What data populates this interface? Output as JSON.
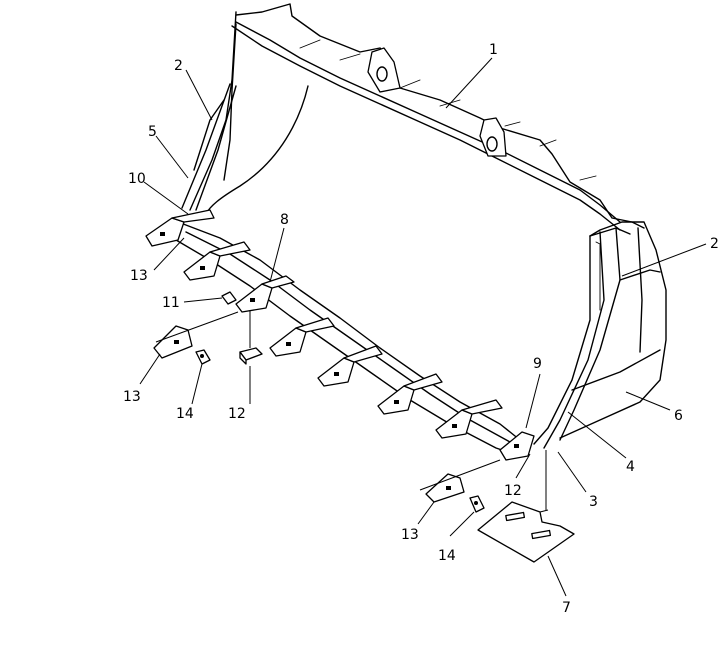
{
  "labels": [
    {
      "id": "p1",
      "text": "1"
    },
    {
      "id": "p2a",
      "text": "2"
    },
    {
      "id": "p2b",
      "text": "2"
    },
    {
      "id": "p3",
      "text": "3"
    },
    {
      "id": "p4",
      "text": "4"
    },
    {
      "id": "p5",
      "text": "5"
    },
    {
      "id": "p6",
      "text": "6"
    },
    {
      "id": "p7",
      "text": "7"
    },
    {
      "id": "p8",
      "text": "8"
    },
    {
      "id": "p9",
      "text": "9"
    },
    {
      "id": "p10",
      "text": "10"
    },
    {
      "id": "p11",
      "text": "11"
    },
    {
      "id": "p12a",
      "text": "12"
    },
    {
      "id": "p12b",
      "text": "12"
    },
    {
      "id": "p13a",
      "text": "13"
    },
    {
      "id": "p13b",
      "text": "13"
    },
    {
      "id": "p13c",
      "text": "13"
    },
    {
      "id": "p14a",
      "text": "14"
    },
    {
      "id": "p14b",
      "text": "14"
    }
  ]
}
